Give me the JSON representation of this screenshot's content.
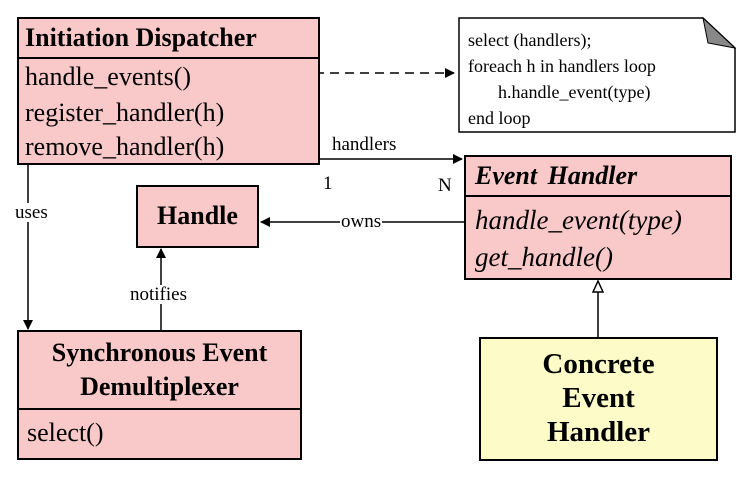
{
  "initiation_dispatcher": {
    "title": "Initiation Dispatcher",
    "methods": [
      "handle_events()",
      "register_handler(h)",
      "remove_handler(h)"
    ]
  },
  "note": {
    "lines": [
      "select (handlers);",
      "foreach h in handlers loop",
      "h.handle_event(type)",
      "end loop"
    ]
  },
  "event_handler": {
    "title": "Event Handler",
    "methods": [
      "handle_event(type)",
      "get_handle()"
    ]
  },
  "handle": {
    "title": "Handle"
  },
  "demux": {
    "title_lines": [
      "Synchronous Event",
      "Demultiplexer"
    ],
    "methods": [
      "select()"
    ]
  },
  "concrete": {
    "title_lines": [
      "Concrete",
      "Event",
      "Handler"
    ]
  },
  "labels": {
    "handlers": "handlers",
    "mult_one": "1",
    "mult_n": "N",
    "uses": "uses",
    "owns": "owns",
    "notifies": "notifies"
  },
  "colors": {
    "class_fill": "#f9c8c8",
    "concrete_fill": "#fdfcc8",
    "line": "#000000"
  }
}
